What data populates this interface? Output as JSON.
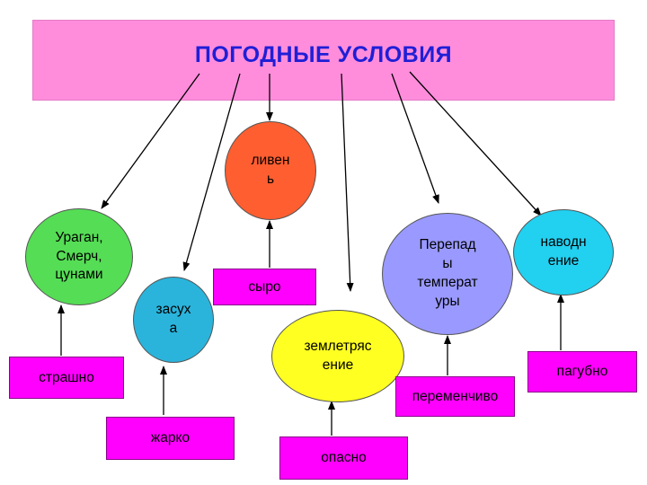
{
  "title": "ПОГОДНЫЕ УСЛОВИЯ",
  "colors": {
    "header_bg": "#ff8ddc",
    "title": "#1f1fd6",
    "box_bg": "#ff00ff",
    "hurricane": "#55dd55",
    "drought": "#2ab4dc",
    "downpour": "#ff5e30",
    "earthquake": "#ffff22",
    "temperature": "#9999ff",
    "flood": "#22d0f0"
  },
  "nodes": {
    "hurricane": "Ураган,\nСмерч,\nцунами",
    "drought": "засух\nа",
    "downpour": "ливен\nь",
    "earthquake": "землетряс\nение",
    "temperature": "Перепад\nы\nтемперат\nуры",
    "flood": "наводн\nение"
  },
  "labels": {
    "hurricane": "страшно",
    "drought": "жарко",
    "downpour": "сыро",
    "earthquake": "опасно",
    "temperature": "переменчиво",
    "flood": "пагубно"
  }
}
